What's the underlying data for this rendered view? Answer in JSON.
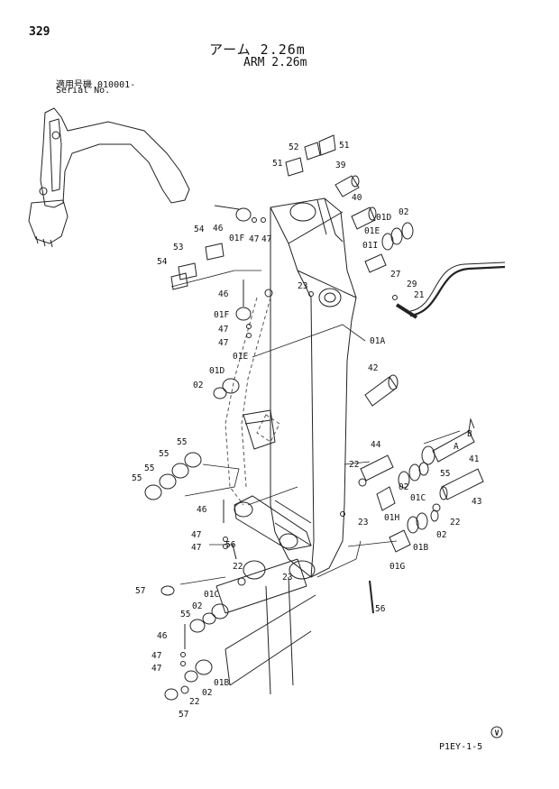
{
  "page_number": "329",
  "title_jp": "アーム 2.26m",
  "title_en": "ARM 2.26m",
  "serial_jp": "適用号機 010001-",
  "serial_en": "Serial No.",
  "footer_code": "P1EY-1-5",
  "corner_mark": "V",
  "callouts": [
    {
      "id": "51a",
      "text": "51"
    },
    {
      "id": "51b",
      "text": "51"
    },
    {
      "id": "52",
      "text": "52"
    },
    {
      "id": "39",
      "text": "39"
    },
    {
      "id": "40",
      "text": "40"
    },
    {
      "id": "01D-t",
      "text": "01D"
    },
    {
      "id": "02-t",
      "text": "02"
    },
    {
      "id": "01E-t",
      "text": "01E"
    },
    {
      "id": "01I",
      "text": "01I"
    },
    {
      "id": "46a",
      "text": "46"
    },
    {
      "id": "01F-t",
      "text": "01F"
    },
    {
      "id": "47a",
      "text": "47"
    },
    {
      "id": "47b",
      "text": "47"
    },
    {
      "id": "54a",
      "text": "54"
    },
    {
      "id": "53",
      "text": "53"
    },
    {
      "id": "54b",
      "text": "54"
    },
    {
      "id": "46b",
      "text": "46"
    },
    {
      "id": "01F-m",
      "text": "01F"
    },
    {
      "id": "47c",
      "text": "47"
    },
    {
      "id": "47d",
      "text": "47"
    },
    {
      "id": "23a",
      "text": "23"
    },
    {
      "id": "27",
      "text": "27"
    },
    {
      "id": "29",
      "text": "29"
    },
    {
      "id": "21",
      "text": "21"
    },
    {
      "id": "01A",
      "text": "01A"
    },
    {
      "id": "01E-m",
      "text": "01E"
    },
    {
      "id": "01D-m",
      "text": "01D"
    },
    {
      "id": "02-m",
      "text": "02"
    },
    {
      "id": "42",
      "text": "42"
    },
    {
      "id": "B",
      "text": "B"
    },
    {
      "id": "A",
      "text": "A"
    },
    {
      "id": "41",
      "text": "41"
    },
    {
      "id": "44",
      "text": "44"
    },
    {
      "id": "55a",
      "text": "55"
    },
    {
      "id": "55b",
      "text": "55"
    },
    {
      "id": "55c",
      "text": "55"
    },
    {
      "id": "55d",
      "text": "55"
    },
    {
      "id": "22a",
      "text": "22"
    },
    {
      "id": "02-r",
      "text": "02"
    },
    {
      "id": "01C-r",
      "text": "01C"
    },
    {
      "id": "55e",
      "text": "55"
    },
    {
      "id": "43",
      "text": "43"
    },
    {
      "id": "01H",
      "text": "01H"
    },
    {
      "id": "22b",
      "text": "22"
    },
    {
      "id": "46c",
      "text": "46"
    },
    {
      "id": "23b",
      "text": "23"
    },
    {
      "id": "47e",
      "text": "47"
    },
    {
      "id": "47f",
      "text": "47"
    },
    {
      "id": "56a",
      "text": "56"
    },
    {
      "id": "01B-r",
      "text": "01B"
    },
    {
      "id": "02-r2",
      "text": "02"
    },
    {
      "id": "01G",
      "text": "01G"
    },
    {
      "id": "22c",
      "text": "22"
    },
    {
      "id": "23c",
      "text": "23"
    },
    {
      "id": "57a",
      "text": "57"
    },
    {
      "id": "01C-l",
      "text": "01C"
    },
    {
      "id": "02-l",
      "text": "02"
    },
    {
      "id": "55f",
      "text": "55"
    },
    {
      "id": "46d",
      "text": "46"
    },
    {
      "id": "56b",
      "text": "56"
    },
    {
      "id": "47g",
      "text": "47"
    },
    {
      "id": "47h",
      "text": "47"
    },
    {
      "id": "01B-l",
      "text": "01B"
    },
    {
      "id": "02-l2",
      "text": "02"
    },
    {
      "id": "22d",
      "text": "22"
    },
    {
      "id": "57b",
      "text": "57"
    }
  ]
}
